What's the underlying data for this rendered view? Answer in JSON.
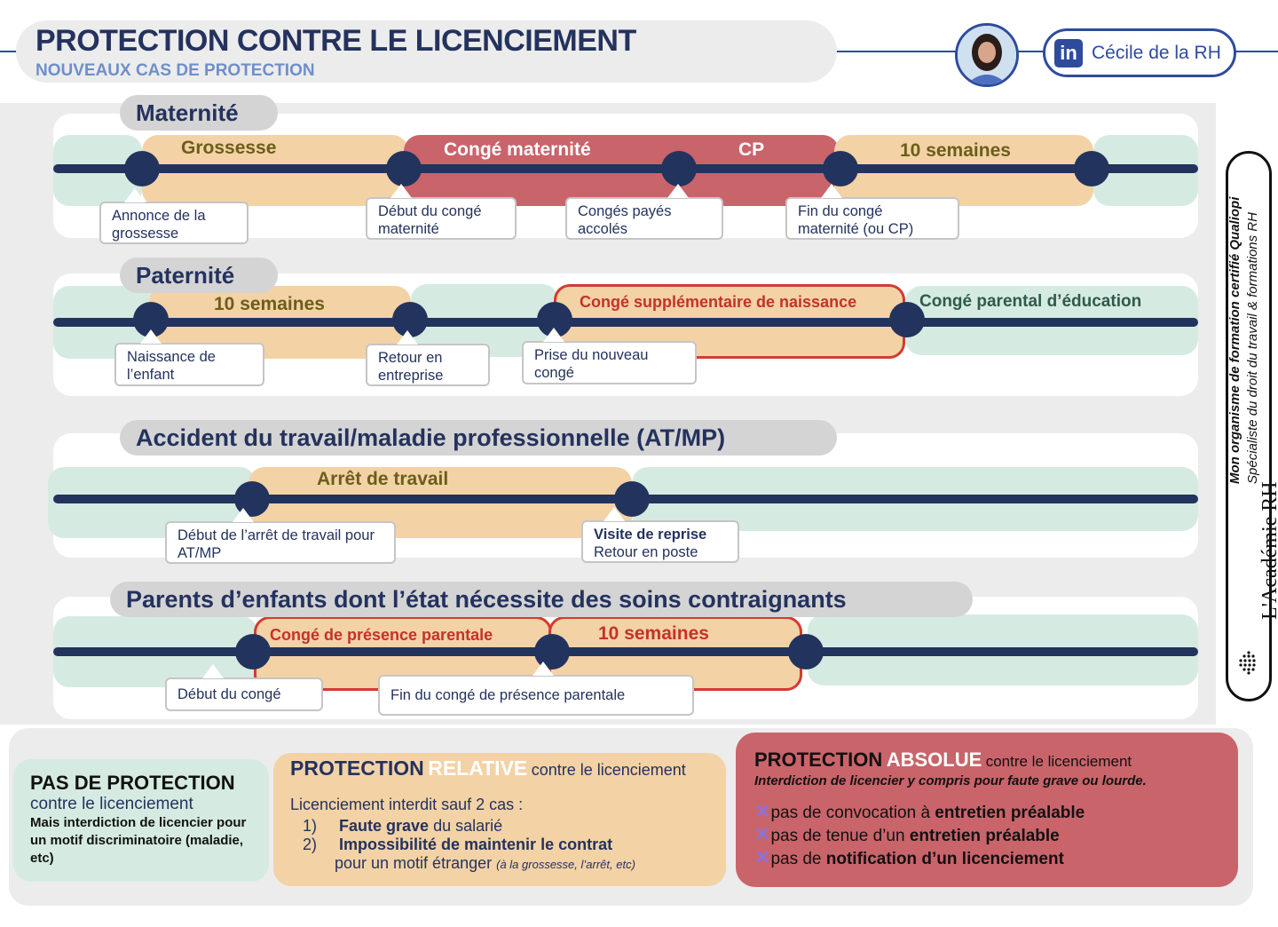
{
  "header": {
    "title": "PROTECTION CONTRE LE LICENCIEMENT",
    "subtitle": "NOUVEAUX CAS DE PROTECTION",
    "author_name": "Cécile de la RH",
    "linkedin_text": "in"
  },
  "sidebar": {
    "line1": "Mon organisme de formation certifié Qualiopi",
    "line2": "Spécialiste du droit du travail & formations RH",
    "brand": "L'Académie RH"
  },
  "maternite": {
    "title": "Maternité",
    "bands": {
      "grossesse": "Grossesse",
      "conge": "Congé maternité",
      "cp": "CP",
      "semaines": "10 semaines"
    },
    "callouts": {
      "annonce": "Annonce de la grossesse",
      "debut": "Début du congé maternité",
      "conges": "Congés payés accolés",
      "fin": "Fin du congé maternité (ou CP)"
    }
  },
  "paternite": {
    "title": "Paternité",
    "bands": {
      "semaines": "10 semaines",
      "supplementaire": "Congé supplémentaire de naissance",
      "parental": "Congé parental d’éducation"
    },
    "callouts": {
      "naissance": "Naissance de l’enfant",
      "retour": "Retour en entreprise",
      "prise": "Prise du nouveau congé"
    }
  },
  "atmp": {
    "title": "Accident du travail/maladie professionnelle (AT/MP)",
    "bands": {
      "arret": "Arrêt de travail"
    },
    "callouts": {
      "debut": "Début de l’arrêt de travail pour AT/MP",
      "visite_bold": "Visite de reprise",
      "visite_sub": "Retour en poste"
    }
  },
  "parents": {
    "title": "Parents d’enfants dont l’état nécessite des soins contraignants",
    "bands": {
      "presence": "Congé de présence parentale",
      "semaines": "10 semaines"
    },
    "callouts": {
      "debut": "Début du congé",
      "fin": "Fin du congé de présence parentale"
    }
  },
  "legend": {
    "none": {
      "title": "PAS DE PROTECTION",
      "sub": "contre le licenciement",
      "detail": "Mais interdiction de licencier pour un motif discriminatoire (maladie, etc)"
    },
    "relative": {
      "title_a": "PROTECTION",
      "title_b": "RELATIVE",
      "title_c": "contre le licenciement",
      "intro": "Licenciement interdit sauf 2 cas :",
      "item1_num": "1)",
      "item1_bold": "Faute grave",
      "item1_rest": "du salarié",
      "item2_num": "2)",
      "item2_bold": "Impossibilité de maintenir le contrat",
      "item2_rest": "pour un motif étranger",
      "item2_note": "(à la grossesse, l’arrêt, etc)"
    },
    "absolute": {
      "title_a": "PROTECTION",
      "title_b": "ABSOLUE",
      "title_c": "contre le licenciement",
      "subtitle": "Interdiction de licencier y compris pour faute grave ou lourde.",
      "items": [
        {
          "pre": "pas de convocation à",
          "bold": "entretien préalable"
        },
        {
          "pre": "pas de tenue d’un",
          "bold": "entretien préalable"
        },
        {
          "pre": "pas de",
          "bold": "notification d’un licenciement"
        }
      ]
    }
  }
}
